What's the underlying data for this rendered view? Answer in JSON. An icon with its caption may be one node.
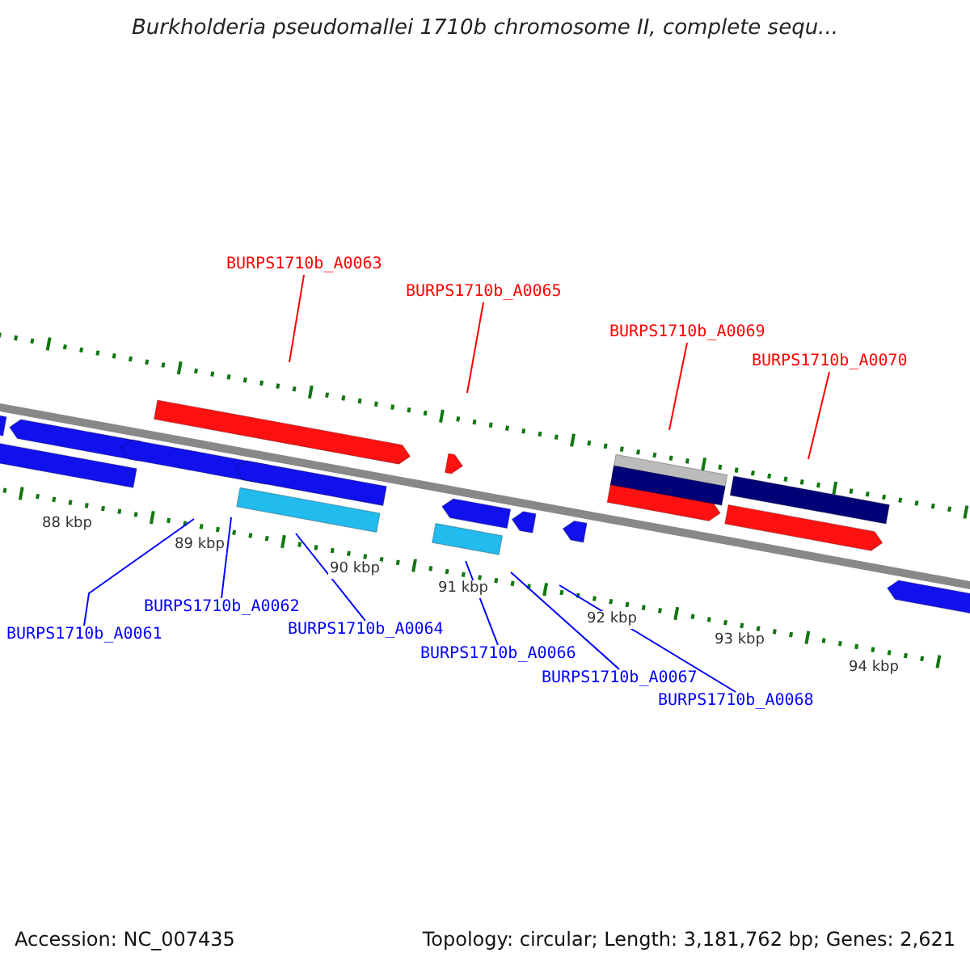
{
  "diagram": {
    "title": "Burkholderia pseudomallei 1710b chromosome II, complete sequ...",
    "nodes": [
      {
        "text": [
          "BURPS1710b_A0063"
        ]
      },
      {
        "text": [
          "BURPS1710b_A0065"
        ]
      },
      {
        "text": [
          "BURPS1710b_A0069"
        ]
      },
      {
        "text": [
          "BURPS1710b_A0070"
        ]
      },
      {
        "text": [
          "BURPS1710b_A0061"
        ]
      },
      {
        "text": [
          "BURPS1710b_A0062"
        ]
      },
      {
        "text": [
          "BURPS1710b_A0064"
        ]
      },
      {
        "text": [
          "BURPS1710b_A0066"
        ]
      },
      {
        "text": [
          "BURPS1710b_A0067"
        ]
      },
      {
        "text": [
          "BURPS1710b_A0068"
        ]
      }
    ],
    "edges": [
      {
        "from": 0,
        "to": null,
        "arrow": "none",
        "color": "#ff0000"
      },
      {
        "from": 1,
        "to": null,
        "arrow": "none",
        "color": "#ff0000"
      },
      {
        "from": 2,
        "to": null,
        "arrow": "none",
        "color": "#ff0000"
      },
      {
        "from": 3,
        "to": null,
        "arrow": "none",
        "color": "#ff0000"
      },
      {
        "from": 4,
        "to": null,
        "arrow": "none"
      },
      {
        "from": 5,
        "to": null,
        "arrow": "none"
      },
      {
        "from": 6,
        "to": null,
        "arrow": "none"
      },
      {
        "from": 7,
        "to": null,
        "arrow": "none"
      },
      {
        "from": 8,
        "to": null,
        "arrow": "none"
      },
      {
        "from": 9,
        "to": null,
        "arrow": "none"
      }
    ],
    "labels": [
      "88 kbp",
      "89 kbp",
      "90 kbp",
      "91 kbp",
      "92 kbp",
      "93 kbp",
      "94 kbp",
      "Accession: NC_007435",
      "Topology: circular; Length: 3,181,762 bp; Genes: 2,621"
    ]
  }
}
